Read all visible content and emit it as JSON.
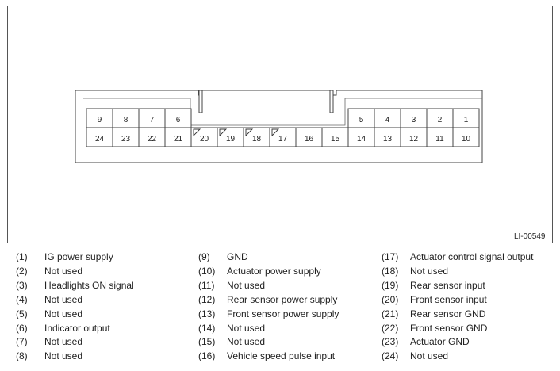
{
  "diagram": {
    "figure_code": "LI-00549",
    "top_row_left": [
      "9",
      "8",
      "7",
      "6"
    ],
    "bottom_row": [
      "24",
      "23",
      "22",
      "21",
      "20",
      "19",
      "18",
      "17",
      "16",
      "15",
      "14",
      "13",
      "12",
      "11",
      "10"
    ],
    "top_row_right": [
      "5",
      "4",
      "3",
      "2",
      "1"
    ]
  },
  "legend": {
    "col1": [
      {
        "num": "(1)",
        "label": "IG power supply"
      },
      {
        "num": "(2)",
        "label": "Not used"
      },
      {
        "num": "(3)",
        "label": "Headlights ON signal"
      },
      {
        "num": "(4)",
        "label": "Not used"
      },
      {
        "num": "(5)",
        "label": "Not used"
      },
      {
        "num": "(6)",
        "label": "Indicator output"
      },
      {
        "num": "(7)",
        "label": "Not used"
      },
      {
        "num": "(8)",
        "label": "Not used"
      }
    ],
    "col2": [
      {
        "num": "(9)",
        "label": "GND"
      },
      {
        "num": "(10)",
        "label": "Actuator power supply"
      },
      {
        "num": "(11)",
        "label": "Not used"
      },
      {
        "num": "(12)",
        "label": "Rear sensor power supply"
      },
      {
        "num": "(13)",
        "label": "Front sensor power supply"
      },
      {
        "num": "(14)",
        "label": "Not used"
      },
      {
        "num": "(15)",
        "label": "Not used"
      },
      {
        "num": "(16)",
        "label": "Vehicle speed pulse input"
      }
    ],
    "col3": [
      {
        "num": "(17)",
        "label": "Actuator control signal output"
      },
      {
        "num": "(18)",
        "label": "Not used"
      },
      {
        "num": "(19)",
        "label": "Rear sensor input"
      },
      {
        "num": "(20)",
        "label": "Front sensor input"
      },
      {
        "num": "(21)",
        "label": "Rear sensor GND"
      },
      {
        "num": "(22)",
        "label": "Front sensor GND"
      },
      {
        "num": "(23)",
        "label": "Actuator GND"
      },
      {
        "num": "(24)",
        "label": "Not used"
      }
    ]
  }
}
